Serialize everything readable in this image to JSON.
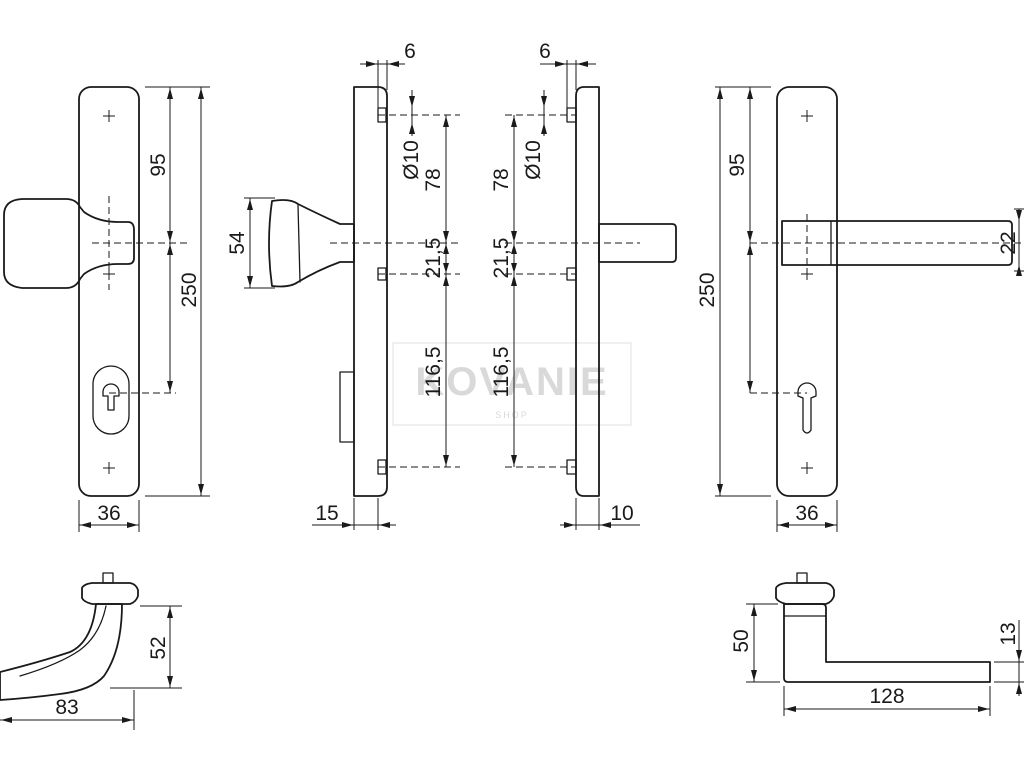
{
  "watermark": {
    "brand": "KOVANIE",
    "sub": "SHOP"
  },
  "knob_plate_front": {
    "dim_top_to_center": "95",
    "dim_total_height": "250",
    "dim_width": "36"
  },
  "knob_side_profile": {
    "dim_rose_offset": "6",
    "dim_hole_diameter": "Ø10",
    "dim_upper_spacing": "78",
    "dim_knob_height": "54",
    "dim_center_spacing": "21,5",
    "dim_lower_spacing": "116,5",
    "dim_projection": "15"
  },
  "lever_side_profile": {
    "dim_rose_offset": "6",
    "dim_hole_diameter": "Ø10",
    "dim_upper_spacing": "78",
    "dim_center_spacing": "21,5",
    "dim_lower_spacing": "116,5",
    "dim_projection": "10"
  },
  "lever_plate_front": {
    "dim_top_to_center": "95",
    "dim_total_height": "250",
    "dim_lever_thickness": "22",
    "dim_width": "36"
  },
  "knob_top_view": {
    "dim_height": "52",
    "dim_length": "83"
  },
  "lever_top_view": {
    "dim_height": "50",
    "dim_thickness": "13",
    "dim_length": "128"
  }
}
